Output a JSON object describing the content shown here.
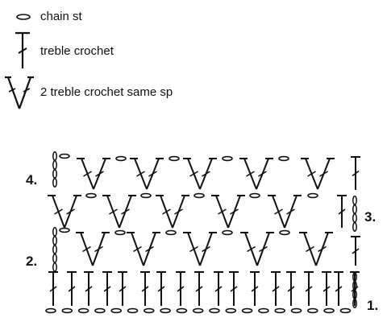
{
  "legend": [
    {
      "symbol": "chain-st-icon",
      "label": "chain st"
    },
    {
      "symbol": "treble-crochet-icon",
      "label": "treble crochet"
    },
    {
      "symbol": "two-treble-same-space-icon",
      "label": "2 treble crochet same sp"
    }
  ],
  "rows": [
    {
      "number": "1.",
      "label_side": "right"
    },
    {
      "number": "2.",
      "label_side": "left"
    },
    {
      "number": "3.",
      "label_side": "right"
    },
    {
      "number": "4.",
      "label_side": "left"
    }
  ],
  "stitch_counts": {
    "foundation_chains": 19,
    "row1_trebles": 18,
    "row2_v_clusters": 5,
    "row3_v_clusters": 5,
    "row4_v_clusters": 5
  },
  "ink_color": "#111111"
}
